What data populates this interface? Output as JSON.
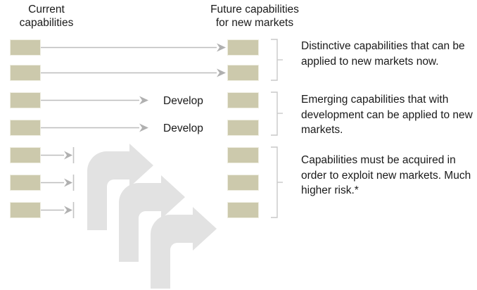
{
  "diagram": {
    "title_left": "Current\ncapabilities",
    "title_right": "Future capabilities\nfor new markets",
    "labels": {
      "develop_1": "Develop",
      "develop_2": "Develop"
    },
    "descriptions": [
      "Distinctive capabilities that can be applied to new markets now.",
      "Emerging capabilities that with development can be applied to new markets.",
      "Capabilities must be acquired in order to exploit new markets. Much higher risk.*"
    ],
    "groups": [
      {
        "name": "distinctive",
        "rows": 2,
        "arrow_type": "direct"
      },
      {
        "name": "emerging",
        "rows": 2,
        "arrow_type": "develop"
      },
      {
        "name": "acquire",
        "rows": 3,
        "arrow_type": "blocked"
      }
    ],
    "current_capabilities": [
      {
        "id": "cc-1"
      },
      {
        "id": "cc-2"
      },
      {
        "id": "cc-3"
      },
      {
        "id": "cc-4"
      },
      {
        "id": "cc-5"
      },
      {
        "id": "cc-6"
      },
      {
        "id": "cc-7"
      }
    ],
    "future_capabilities": [
      {
        "id": "fc-1"
      },
      {
        "id": "fc-2"
      },
      {
        "id": "fc-3"
      },
      {
        "id": "fc-4"
      },
      {
        "id": "fc-5"
      },
      {
        "id": "fc-6"
      },
      {
        "id": "fc-7"
      }
    ],
    "colors": {
      "capability_box": "#ccc9ac",
      "big_arrow": "#e2e2e2",
      "thin_arrow": "#bdbdbd",
      "bracket": "#c9c9c9",
      "text": "#1a1a1a",
      "background": "#ffffff"
    },
    "big_arrow_count": 3
  }
}
